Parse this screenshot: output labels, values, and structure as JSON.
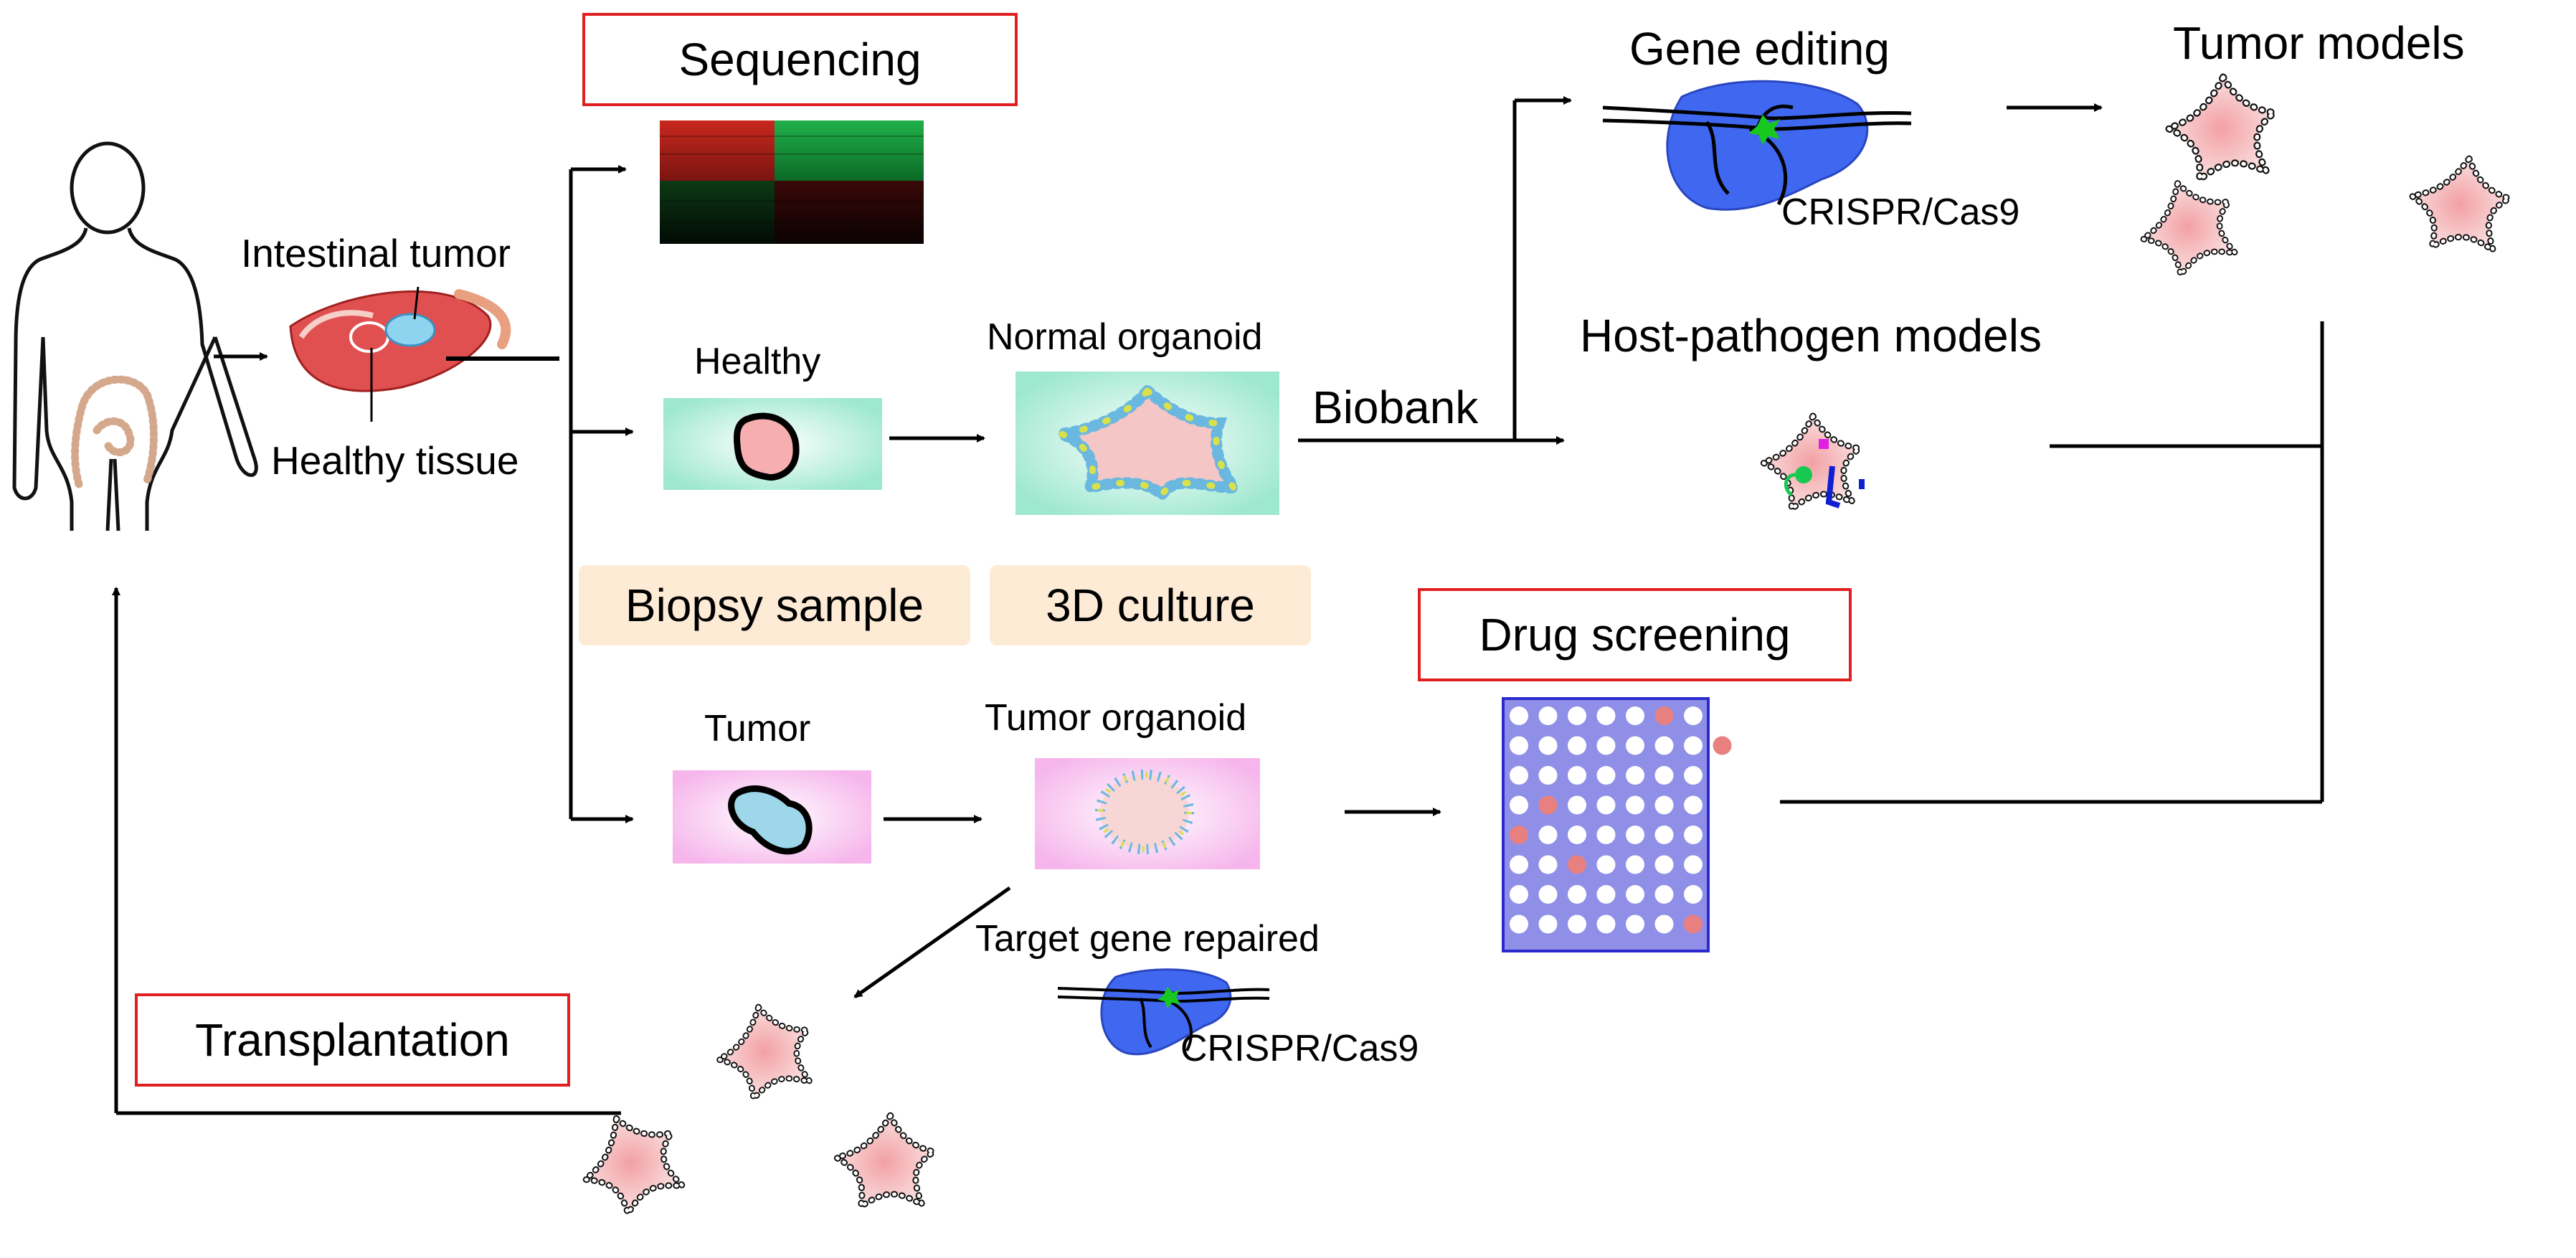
{
  "labels": {
    "intestinal_tumor": "Intestinal tumor",
    "healthy_tissue": "Healthy tissue",
    "sequencing": "Sequencing",
    "healthy": "Healthy",
    "normal_organoid": "Normal organoid",
    "biobank": "Biobank",
    "biopsy_sample": "Biopsy sample",
    "culture_3d": "3D culture",
    "tumor": "Tumor",
    "tumor_organoid": "Tumor organoid",
    "gene_editing": "Gene editing",
    "crispr_top": "CRISPR/Cas9",
    "tumor_models": "Tumor models",
    "host_pathogen": "Host-pathogen models",
    "drug_screening": "Drug screening",
    "target_gene_repaired": "Target gene repaired",
    "crispr_bottom": "CRISPR/Cas9",
    "transplantation": "Transplantation"
  },
  "colors": {
    "box_border": "#e02020",
    "tag_fill": "#fdebd6",
    "plate_fill": "#8f8fe8",
    "plate_hit": "#e88080",
    "heat_red": "#c8281e",
    "heat_green": "#1e9e3a"
  },
  "drug_plate": {
    "rows": 8,
    "cols": 8,
    "hits": [
      [
        0,
        5
      ],
      [
        1,
        7
      ],
      [
        3,
        1
      ],
      [
        4,
        0
      ],
      [
        5,
        2
      ],
      [
        7,
        6
      ]
    ]
  }
}
